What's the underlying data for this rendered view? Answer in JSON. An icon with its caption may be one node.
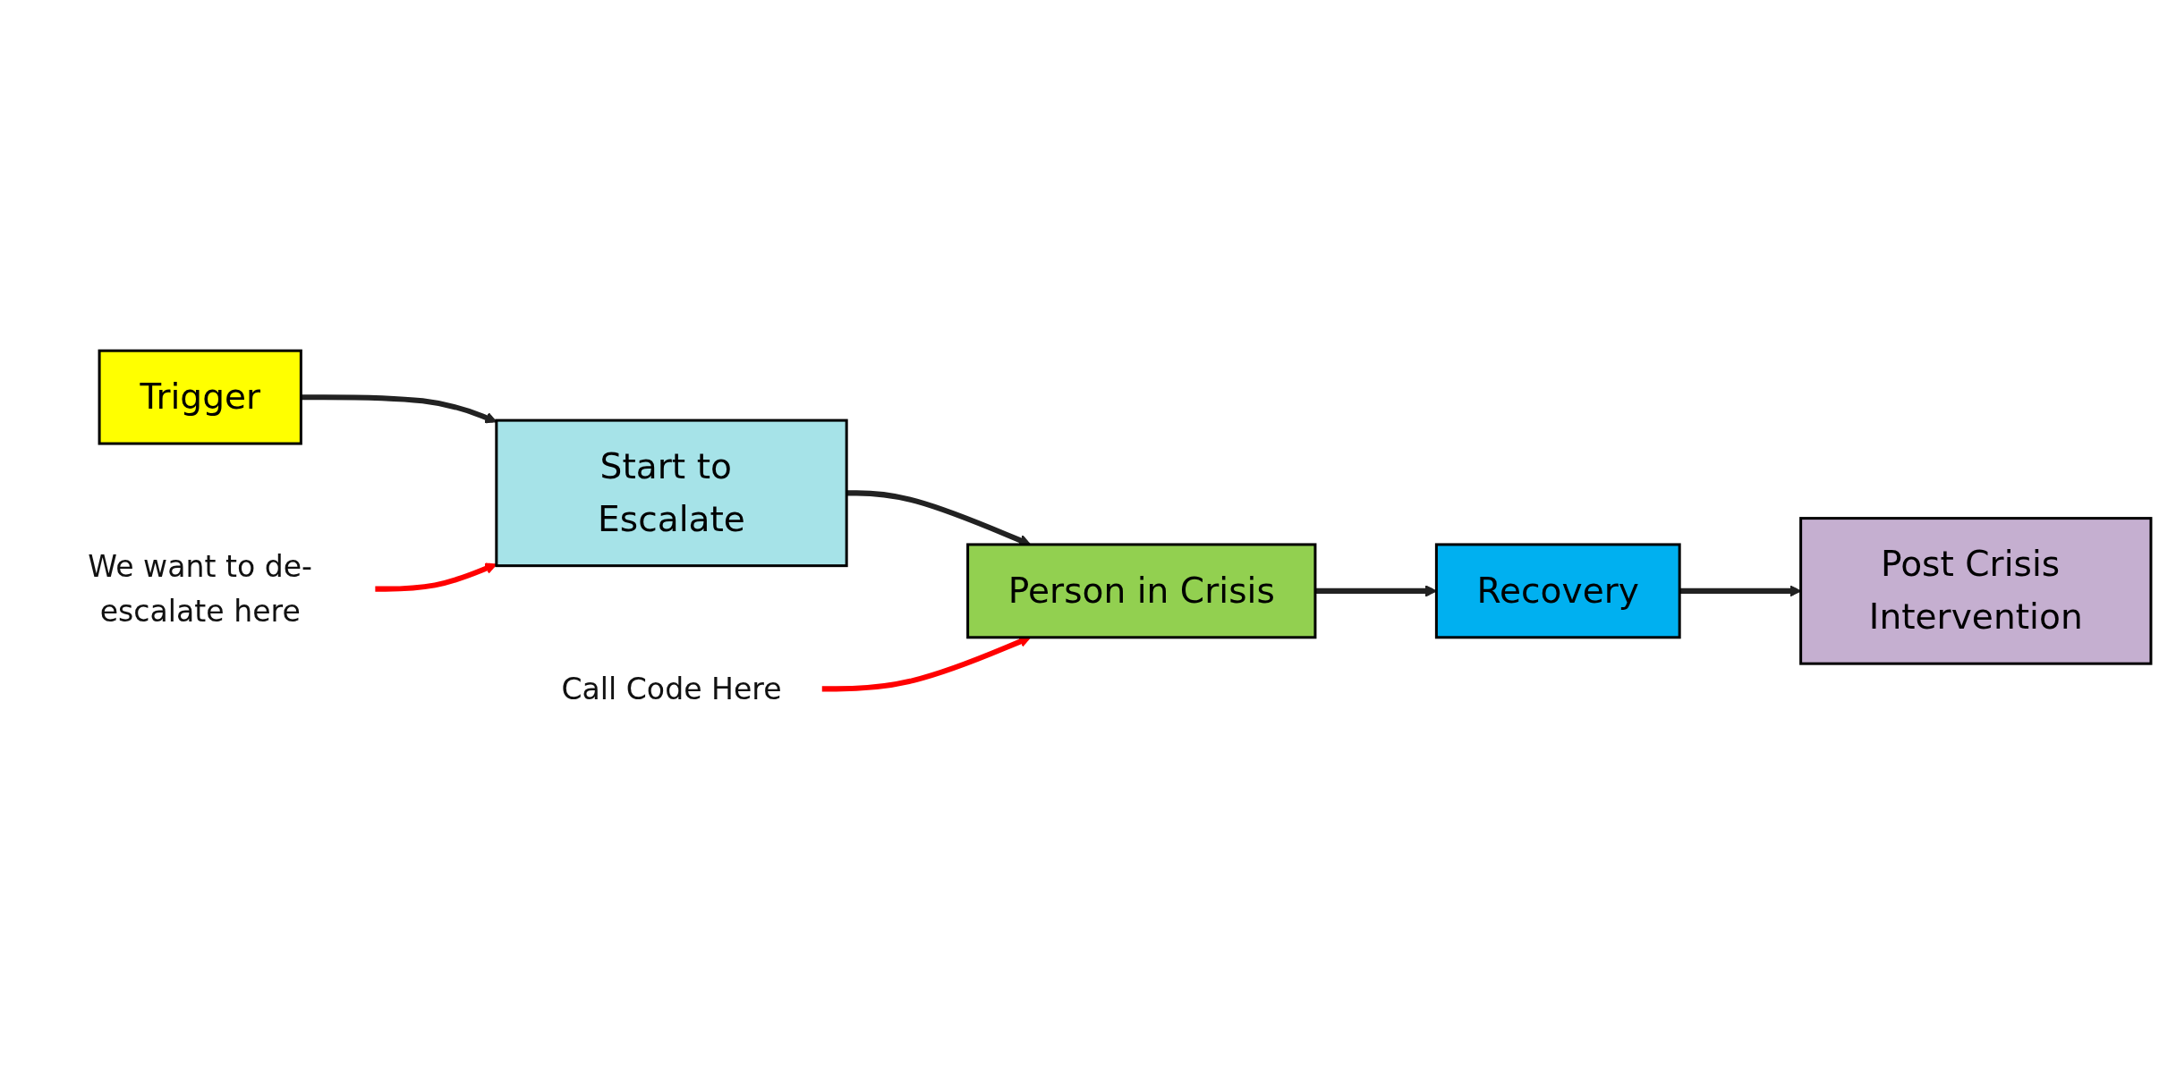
{
  "diagram": {
    "nodes": [
      {
        "text": [
          "Trigger"
        ]
      },
      {
        "text": [
          "Start to Escalate"
        ]
      },
      {
        "text": [
          "Person in Crisis"
        ]
      },
      {
        "text": [
          "Recovery"
        ]
      },
      {
        "text": [
          "Post Crisis Intervention"
        ]
      },
      {
        "text": [
          "Call Code Here"
        ]
      },
      {
        "text": [
          "We want to de-escalate here"
        ]
      }
    ],
    "edges": [
      {
        "from": 0,
        "to": 1,
        "arrow": "to"
      },
      {
        "from": 1,
        "to": 2,
        "arrow": "to"
      },
      {
        "from": 2,
        "to": 3,
        "arrow": "to"
      },
      {
        "from": 3,
        "to": 4,
        "arrow": "to"
      },
      {
        "from": 5,
        "to": 2,
        "arrow": "to",
        "color": "#ff0000"
      },
      {
        "from": 6,
        "to": 1,
        "arrow": "to",
        "color": "#ff0000"
      }
    ]
  }
}
